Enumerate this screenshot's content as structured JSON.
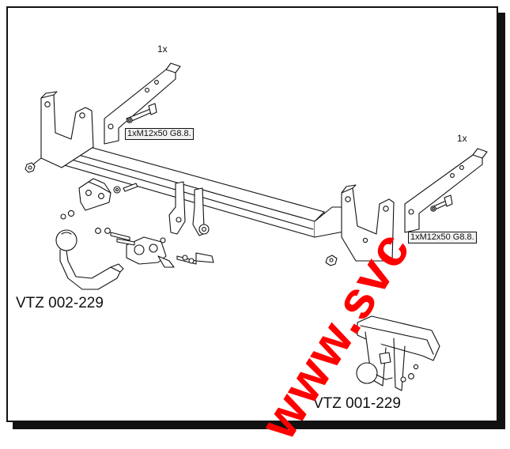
{
  "labels": {
    "qty_left": "1x",
    "qty_right": "1x",
    "bolt_spec_left": "1xM12x50 G8.8.",
    "bolt_spec_right": "1xM12x50 G8.8.",
    "model_detachable": "VTZ 002-229",
    "model_fixed": "VTZ 001-229"
  },
  "watermark": {
    "text": "www.svc",
    "color": "#ff0000"
  },
  "colors": {
    "line": "#111111",
    "frame": "#111111",
    "label_bg": "#f1f1f1"
  }
}
